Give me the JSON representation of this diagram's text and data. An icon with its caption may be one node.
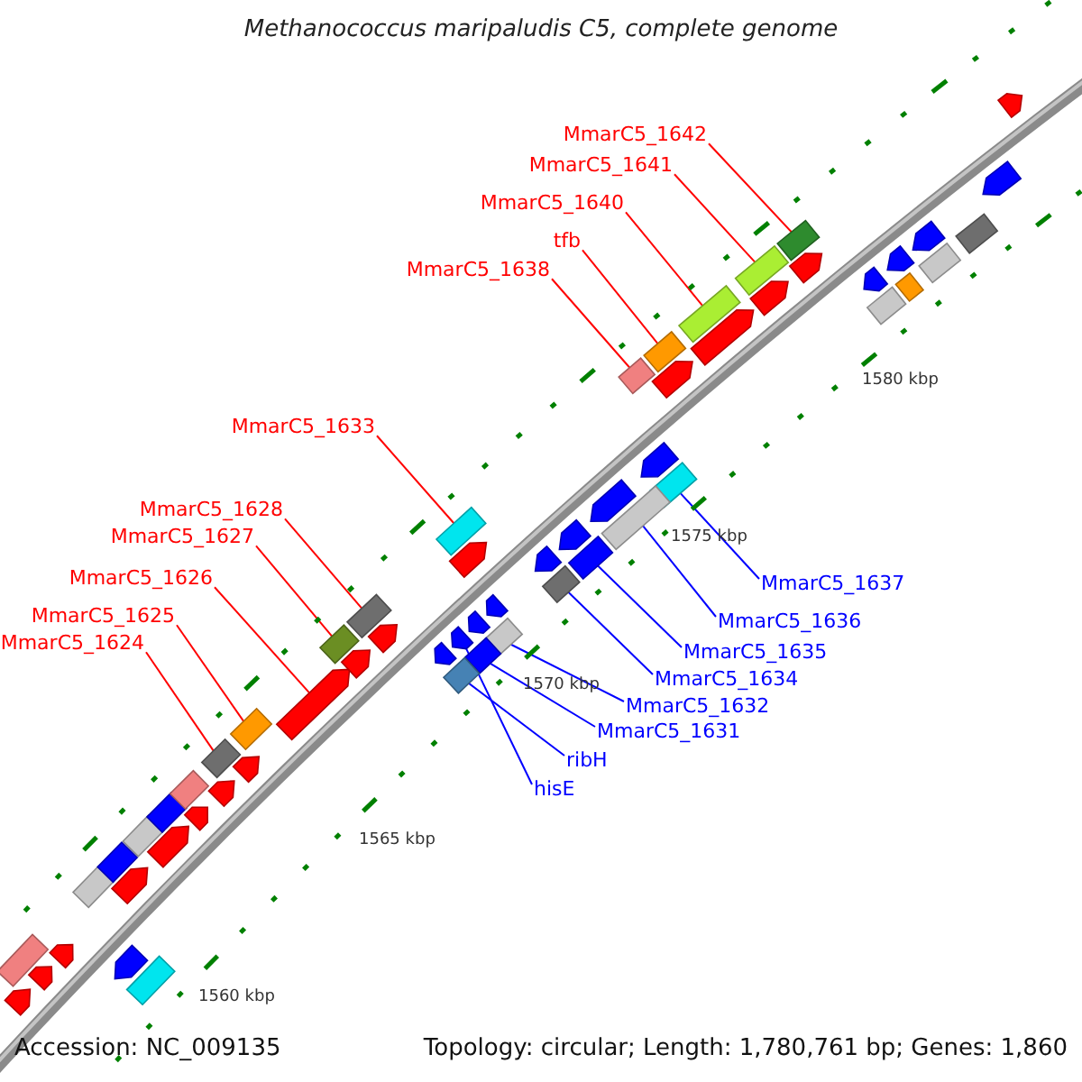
{
  "diagram": {
    "title": "Methanococcus maripaludis C5, complete genome",
    "nodes": [
      {
        "text": [
          "MmarC5_1642"
        ]
      },
      {
        "text": [],
        "shape": "box"
      },
      {
        "text": [
          "MmarC5_1641"
        ]
      },
      {
        "text": [],
        "shape": "box"
      },
      {
        "text": [
          "MmarC5_1640"
        ]
      },
      {
        "text": [],
        "shape": "box"
      },
      {
        "text": [
          "tfb"
        ]
      },
      {
        "text": [],
        "shape": "box"
      },
      {
        "text": [
          "MmarC5_1638"
        ]
      },
      {
        "text": [],
        "shape": "box"
      },
      {
        "text": [
          "MmarC5_1633"
        ]
      },
      {
        "text": [],
        "shape": "box"
      },
      {
        "text": [
          "MmarC5_1628"
        ]
      },
      {
        "text": [],
        "shape": "box"
      },
      {
        "text": [
          "MmarC5_1627"
        ]
      },
      {
        "text": [],
        "shape": "box"
      },
      {
        "text": [
          "MmarC5_1626"
        ]
      },
      {
        "text": [],
        "shape": "pentagon"
      },
      {
        "text": [
          "MmarC5_1625"
        ]
      },
      {
        "text": [],
        "shape": "box"
      },
      {
        "text": [
          "MmarC5_1624"
        ]
      },
      {
        "text": [],
        "shape": "box"
      },
      {
        "text": [
          "MmarC5_1637"
        ]
      },
      {
        "text": [],
        "shape": "box"
      },
      {
        "text": [
          "MmarC5_1636"
        ]
      },
      {
        "text": [],
        "shape": "box"
      },
      {
        "text": [
          "MmarC5_1635"
        ]
      },
      {
        "text": [],
        "shape": "box"
      },
      {
        "text": [
          "MmarC5_1634"
        ]
      },
      {
        "text": [],
        "shape": "box"
      },
      {
        "text": [
          "MmarC5_1632"
        ]
      },
      {
        "text": [],
        "shape": "box"
      },
      {
        "text": [
          "MmarC5_1631"
        ]
      },
      {
        "text": [],
        "shape": "box"
      },
      {
        "text": [
          "ribH"
        ]
      },
      {
        "text": [],
        "shape": "box"
      },
      {
        "text": [
          "hisE"
        ]
      },
      {
        "text": [],
        "shape": "pentagon"
      },
      {
        "text": [],
        "shape": "pentagon"
      },
      {
        "text": [],
        "shape": "pentagon"
      },
      {
        "text": [],
        "shape": "pentagon"
      },
      {
        "text": [],
        "shape": "pentagon"
      },
      {
        "text": [],
        "shape": "pentagon"
      },
      {
        "text": [],
        "shape": "pentagon"
      },
      {
        "text": [],
        "shape": "pentagon"
      },
      {
        "text": [],
        "shape": "pentagon"
      },
      {
        "text": [],
        "shape": "pentagon"
      },
      {
        "text": [],
        "shape": "pentagon"
      },
      {
        "text": [],
        "shape": "pentagon"
      },
      {
        "text": [],
        "shape": "pentagon"
      },
      {
        "text": [],
        "shape": "pentagon"
      },
      {
        "text": [],
        "shape": "pentagon"
      },
      {
        "text": [],
        "shape": "pentagon"
      },
      {
        "text": [],
        "shape": "pentagon"
      },
      {
        "text": [],
        "shape": "box"
      },
      {
        "text": [],
        "shape": "box"
      },
      {
        "text": [],
        "shape": "box"
      },
      {
        "text": [],
        "shape": "box"
      },
      {
        "text": [],
        "shape": "box"
      },
      {
        "text": [],
        "shape": "box"
      },
      {
        "text": [],
        "shape": "pentagon"
      },
      {
        "text": [],
        "shape": "pentagon"
      },
      {
        "text": [],
        "shape": "pentagon"
      },
      {
        "text": [],
        "shape": "pentagon"
      },
      {
        "text": [],
        "shape": "pentagon"
      },
      {
        "text": [],
        "shape": "pentagon"
      },
      {
        "text": [],
        "shape": "pentagon"
      },
      {
        "text": [],
        "shape": "pentagon"
      },
      {
        "text": [],
        "shape": "pentagon"
      },
      {
        "text": [],
        "shape": "pentagon"
      },
      {
        "text": [],
        "shape": "pentagon"
      },
      {
        "text": [],
        "shape": "pentagon"
      },
      {
        "text": [],
        "shape": "box"
      },
      {
        "text": [],
        "shape": "box"
      },
      {
        "text": [],
        "shape": "box"
      },
      {
        "text": [],
        "shape": "box"
      },
      {
        "text": [],
        "shape": "box"
      }
    ],
    "edges": [
      {
        "from": 0,
        "to": 1,
        "arrow": "none"
      },
      {
        "from": 2,
        "to": 3,
        "arrow": "none"
      },
      {
        "from": 4,
        "to": 5,
        "arrow": "none"
      },
      {
        "from": 6,
        "to": 7,
        "arrow": "none"
      },
      {
        "from": 8,
        "to": 9,
        "arrow": "none"
      },
      {
        "from": 10,
        "to": 11,
        "arrow": "none"
      },
      {
        "from": 12,
        "to": 13,
        "arrow": "none"
      },
      {
        "from": 14,
        "to": 15,
        "arrow": "none"
      },
      {
        "from": 16,
        "to": 17,
        "arrow": "none"
      },
      {
        "from": 18,
        "to": 19,
        "arrow": "none"
      },
      {
        "from": 20,
        "to": 21,
        "arrow": "none"
      },
      {
        "from": 22,
        "to": 23,
        "arrow": "none",
        "color": "#0000ff"
      },
      {
        "from": 24,
        "to": 25,
        "arrow": "none",
        "color": "#0000ff"
      },
      {
        "from": 26,
        "to": 27,
        "arrow": "none",
        "color": "#0000ff"
      },
      {
        "from": 28,
        "to": 29,
        "arrow": "none",
        "color": "#0000ff"
      },
      {
        "from": 30,
        "to": 31,
        "arrow": "none",
        "color": "#0000ff"
      },
      {
        "from": 32,
        "to": 33,
        "arrow": "none",
        "color": "#0000ff"
      },
      {
        "from": 34,
        "to": 35,
        "arrow": "none",
        "color": "#0000ff"
      },
      {
        "from": 36,
        "to": 37,
        "arrow": "none",
        "color": "#0000ff"
      }
    ],
    "labels": [
      "1580 kbp",
      "1575 kbp",
      "1570 kbp",
      "1565 kbp",
      "1560 kbp",
      "Accession: NC_009135",
      "Topology: circular; Length: 1,780,761 bp; Genes: 1,860"
    ]
  }
}
